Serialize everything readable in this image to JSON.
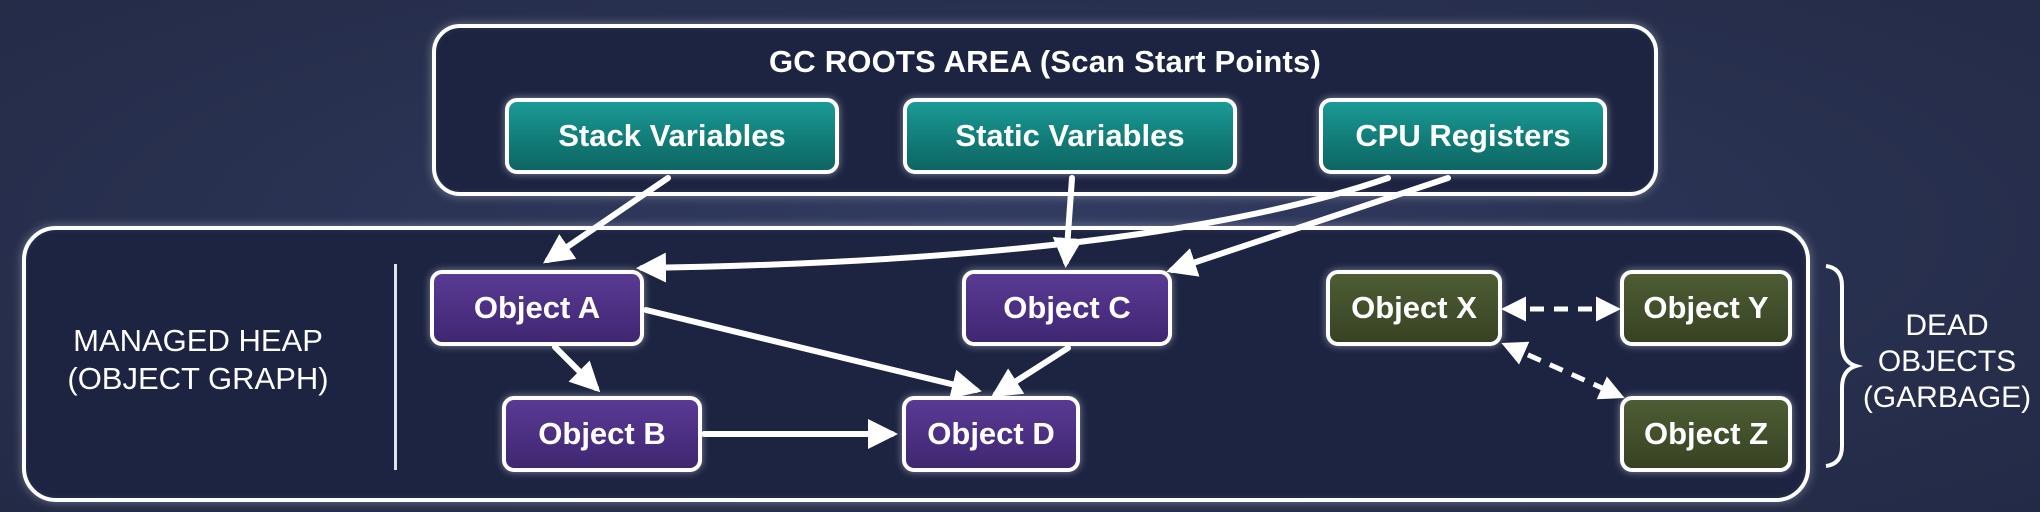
{
  "roots": {
    "title": "GC ROOTS AREA (Scan Start Points)",
    "items": [
      {
        "label": "Stack Variables"
      },
      {
        "label": "Static Variables"
      },
      {
        "label": "CPU Registers"
      }
    ]
  },
  "heap": {
    "label_lines": [
      "MANAGED HEAP",
      "(OBJECT GRAPH)"
    ],
    "live_objects": [
      {
        "label": "Object A"
      },
      {
        "label": "Object B"
      },
      {
        "label": "Object C"
      },
      {
        "label": "Object D"
      }
    ],
    "dead_objects": [
      {
        "label": "Object X"
      },
      {
        "label": "Object Y"
      },
      {
        "label": "Object Z"
      }
    ]
  },
  "dead_group": {
    "label_lines": [
      "DEAD",
      "OBJECTS",
      "(GARBAGE)"
    ]
  },
  "edges": [
    {
      "from": "Stack Variables",
      "to": "Object A",
      "style": "solid"
    },
    {
      "from": "CPU Registers",
      "to": "Object A",
      "style": "solid"
    },
    {
      "from": "Static Variables",
      "to": "Object C",
      "style": "solid"
    },
    {
      "from": "CPU Registers",
      "to": "Object C",
      "style": "solid"
    },
    {
      "from": "Object A",
      "to": "Object B",
      "style": "solid"
    },
    {
      "from": "Object A",
      "to": "Object D",
      "style": "solid"
    },
    {
      "from": "Object C",
      "to": "Object D",
      "style": "solid"
    },
    {
      "from": "Object B",
      "to": "Object D",
      "style": "solid"
    },
    {
      "from": "Object X",
      "to": "Object Y",
      "style": "dashed",
      "bidirectional": true
    },
    {
      "from": "Object X",
      "to": "Object Z",
      "style": "dashed",
      "bidirectional": true
    }
  ],
  "colors": {
    "background": "#2b3456",
    "panel": "#1d2442",
    "outline": "#ffffff",
    "root_node": "#127c78",
    "live_node": "#4a2e80",
    "dead_node": "#404d2a"
  }
}
